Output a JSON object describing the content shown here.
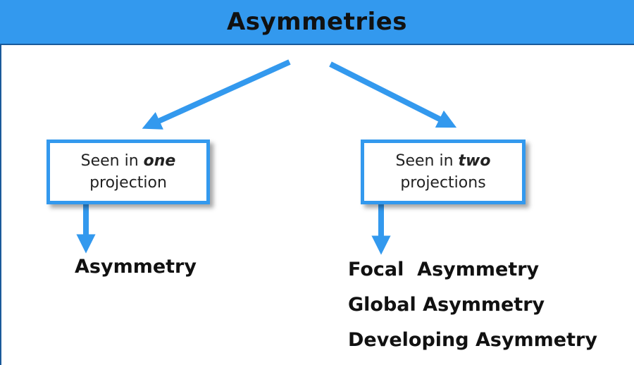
{
  "title": "Asymmetries",
  "left_branch": {
    "box_line1_prefix": "Seen in ",
    "box_line1_emphasis": "one",
    "box_line2": "projection",
    "results": [
      "Asymmetry"
    ]
  },
  "right_branch": {
    "box_line1_prefix": "Seen in ",
    "box_line1_emphasis": "two",
    "box_line2": "projections",
    "results": [
      "Focal  Asymmetry",
      "Global Asymmetry",
      "Developing Asymmetry"
    ]
  },
  "colors": {
    "accent": "#3399ee",
    "header_border": "#1a5a9a",
    "text": "#111111"
  }
}
